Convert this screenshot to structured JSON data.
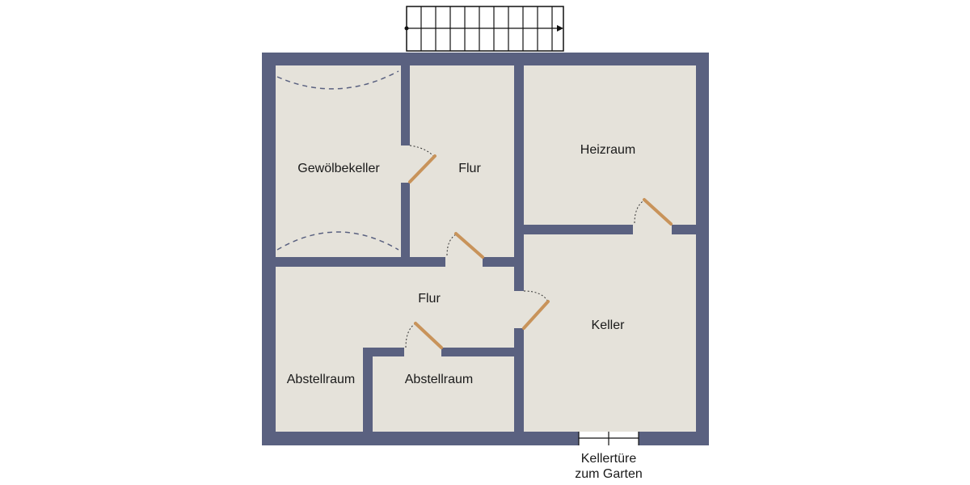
{
  "colors": {
    "wall": "#5a6180",
    "floor": "#e5e2da",
    "door": "#c8935a",
    "stair_line": "#111111",
    "vault_line": "#5a6180"
  },
  "rooms": {
    "gewoelbekeller": "Gewölbekeller",
    "flur_upper": "Flur",
    "heizraum": "Heizraum",
    "flur_lower": "Flur",
    "keller": "Keller",
    "abstellraum_left": "Abstellraum",
    "abstellraum_right": "Abstellraum"
  },
  "exit": {
    "line1": "Kellertüre",
    "line2": "zum Garten"
  }
}
